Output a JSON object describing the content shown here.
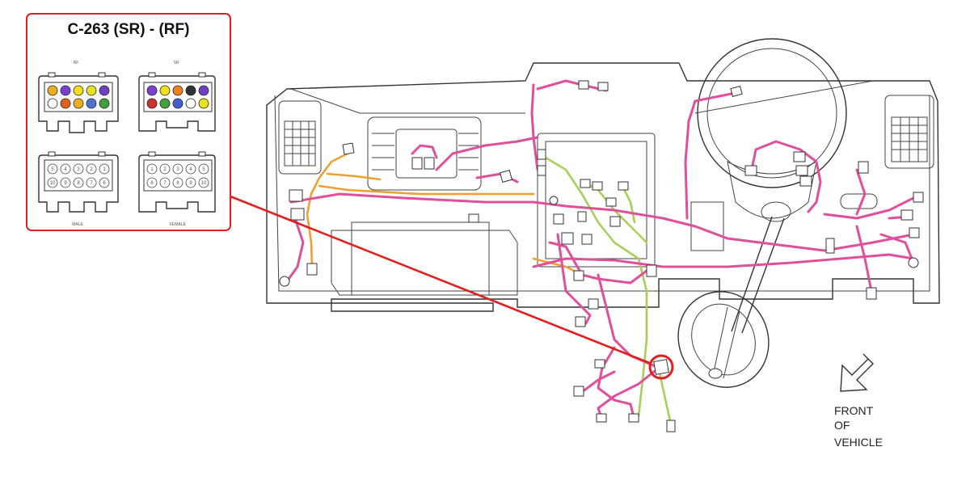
{
  "inset": {
    "title": "C-263 (SR) - (RF)",
    "label_rf": "RF",
    "label_sr": "SR",
    "label_male": "MALE",
    "label_female": "FEMALE",
    "male_pins_top": [
      "5",
      "4",
      "3",
      "2",
      "1"
    ],
    "male_pins_bottom": [
      "10",
      "9",
      "8",
      "7",
      "6"
    ],
    "female_pins_top": [
      "1",
      "2",
      "3",
      "4",
      "5"
    ],
    "female_pins_bottom": [
      "6",
      "7",
      "8",
      "9",
      "10"
    ],
    "rf_wire_colors": [
      "#e8b020",
      "#7a3fd0",
      "#f4e020",
      "#e8e020",
      "#7040c0",
      "#ffffff",
      "#e06020",
      "#e8b020",
      "#5070d0",
      "#40a040",
      "#e04040",
      "#c02020"
    ],
    "sr_wire_colors": [
      "#7a3fd0",
      "#f4e020",
      "#f08020",
      "#333333",
      "#7040c0",
      "#d03030",
      "#40a040",
      "#4060d0",
      "#ffffff",
      "#e8e020",
      "#e04040",
      "#c02020"
    ]
  },
  "colors": {
    "callout": "#e02020",
    "harness_pink": "#e0509a",
    "harness_orange": "#f0a030",
    "harness_green": "#a8cf5a"
  },
  "front_of_vehicle": {
    "line1": "FRONT",
    "line2": "OF",
    "line3": "VEHICLE",
    "icon": "arrow-down-left-icon"
  }
}
